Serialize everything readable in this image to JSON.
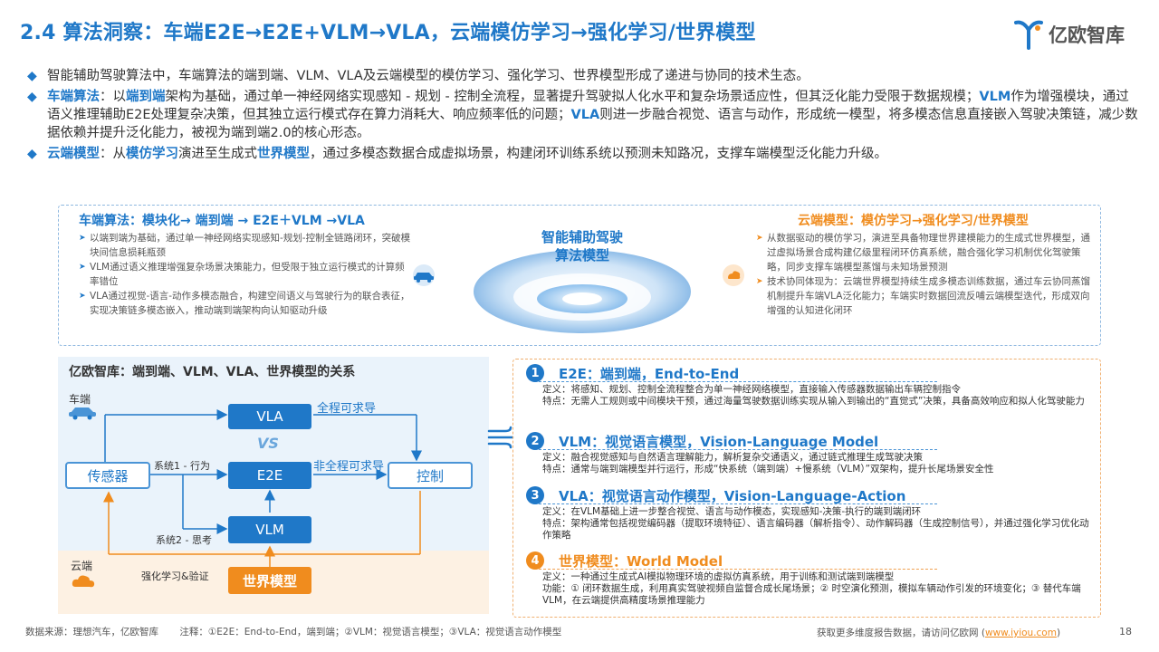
{
  "header": {
    "title": "2.4 算法洞察：车端E2E→E2E+VLM→VLA，云端模仿学习→强化学习/世界模型",
    "logo_text": "亿欧智库"
  },
  "bullets": {
    "b1": "智能辅助驾驶算法中，车端算法的端到端、VLM、VLA及云端模型的模仿学习、强化学习、世界模型形成了递进与协同的技术生态。",
    "b2_label": "车端算法",
    "b2_p1": "：以",
    "b2_hl1": "端到端",
    "b2_p2": "架构为基础，通过单一神经网络实现感知 - 规划 - 控制全流程，显著提升驾驶拟人化水平和复杂场景适应性，但其泛化能力受限于数据规模；",
    "b2_hl2": "VLM",
    "b2_p3": "作为增强模块，通过语义推理辅助E2E处理复杂决策，但其独立运行模式存在算力消耗大、响应频率低的问题；",
    "b2_hl3": "VLA",
    "b2_p4": "则进一步融合视觉、语言与动作，形成统一模型，将多模态信息直接嵌入驾驶决策链，减少数据依赖并提升泛化能力，被视为端到端2.0的核心形态。",
    "b3_label": "云端模型",
    "b3_p1": "：从",
    "b3_hl1": "模仿学习",
    "b3_p2": "演进至生成式",
    "b3_hl2": "世界模型",
    "b3_p3": "，通过多模态数据合成虚拟场景，构建闭环训练系统以预测未知路况，支撑车端模型泛化能力升级。"
  },
  "top_panel": {
    "left_title": "车端算法：模块化→ 端到端 → E2E＋VLM →VLA",
    "left_items": [
      "以端到端为基础，通过单一神经网络实现感知-规划-控制全链路闭环，突破模块间信息损耗瓶颈",
      "VLM通过语义推理增强复杂场景决策能力，但受限于独立运行模式的计算频率错位",
      "VLA通过视觉-语言-动作多模态融合，构建空间语义与驾驶行为的联合表征，实现决策链多模态嵌入，推动端到端架构向认知驱动升级"
    ],
    "center_title_1": "智能辅助驾驶",
    "center_title_2": "算法模型",
    "right_title": "云端模型：模仿学习→强化学习/世界模型",
    "right_items": [
      "从数据驱动的模仿学习，演进至具备物理世界建模能力的生成式世界模型，通过虚拟场景合成构建亿级里程闭环仿真系统，融合强化学习机制优化驾驶策略，同步支撑车端模型蒸馏与未知场景预测",
      "技术协同体现为：云端世界模型持续生成多模态训练数据，通过车云协同蒸馏机制提升车端VLA泛化能力；车端实时数据回流反哺云端模型迭代，形成双向增强的认知进化闭环"
    ]
  },
  "diagram": {
    "title": "亿欧智库：端到端、VLM、VLA、世界模型的关系",
    "car_label": "车端",
    "cloud_label": "云端",
    "sensor": "传感器",
    "vla": "VLA",
    "e2e": "E2E",
    "vlm": "VLM",
    "control": "控制",
    "world_model": "世界模型",
    "vs": "VS",
    "full_process": "全程可求导",
    "not_full_process": "非全程可求导",
    "system1": "系统1 - 行为",
    "system2": "系统2 - 思考",
    "rl_verify": "强化学习&验证"
  },
  "definitions": [
    {
      "num": "1",
      "title": "E2E：端到端，End-to-End",
      "l1": "定义：将感知、规划、控制全流程整合为单一神经网络模型，直接输入传感器数据输出车辆控制指令",
      "l2": "特点：无需人工规则或中间模块干预，通过海量驾驶数据训练实现从输入到输出的“直觉式”决策，具备高效响应和拟人化驾驶能力"
    },
    {
      "num": "2",
      "title": "VLM：视觉语言模型，Vision-Language Model",
      "l1": "定义：融合视觉感知与自然语言理解能力，解析复杂交通语义，通过链式推理生成驾驶决策",
      "l2": "特点：通常与端到端模型并行运行，形成“快系统（端到端）+慢系统（VLM）”双架构，提升长尾场景安全性"
    },
    {
      "num": "3",
      "title": "VLA：视觉语言动作模型，Vision-Language-Action",
      "l1": "定义：在VLM基础上进一步整合视觉、语言与动作模态，实现感知-决策-执行的端到端闭环",
      "l2": "特点：架构通常包括视觉编码器（提取环境特征）、语言编码器（解析指令）、动作解码器（生成控制信号），并通过强化学习优化动作策略"
    },
    {
      "num": "4",
      "title": "世界模型：World Model",
      "l1": "定义：一种通过生成式AI模拟物理环境的虚拟仿真系统，用于训练和测试端到端模型",
      "l2": "功能：① 闭环数据生成，利用真实驾驶视频自监督合成长尾场景；② 时空演化预测，模拟车辆动作引发的环境变化；③ 替代车端VLM，在云端提供高精度场景推理能力"
    }
  ],
  "footer": {
    "source": "数据来源：理想汽车，亿欧智库",
    "note": "注释：①E2E：End-to-End，端到端；②VLM：视觉语言模型；③VLA：视觉语言动作模型",
    "more_prefix": "获取更多维度报告数据，请访问亿欧网 (",
    "link": "www.iyiou.com",
    "more_suffix": ")",
    "page": "18"
  },
  "colors": {
    "brand_blue": "#1f78c8",
    "accent_orange": "#f08c1e"
  }
}
